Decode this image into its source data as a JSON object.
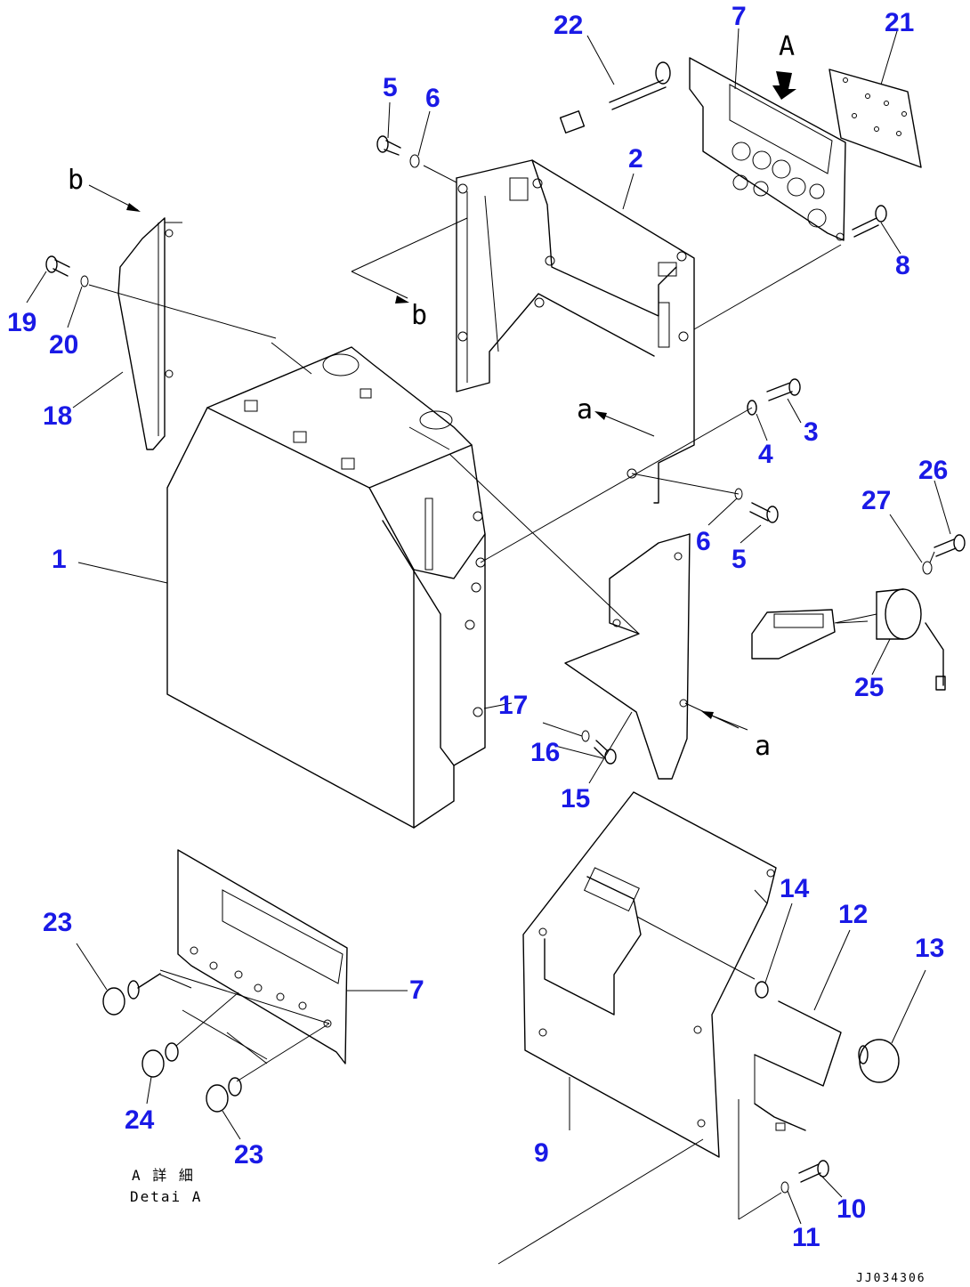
{
  "callouts": [
    {
      "num": "1"
    },
    {
      "num": "2"
    },
    {
      "num": "3"
    },
    {
      "num": "4"
    },
    {
      "num": "5"
    },
    {
      "num": "6"
    },
    {
      "num": "5"
    },
    {
      "num": "6"
    },
    {
      "num": "7"
    },
    {
      "num": "8"
    },
    {
      "num": "9"
    },
    {
      "num": "10"
    },
    {
      "num": "11"
    },
    {
      "num": "12"
    },
    {
      "num": "13"
    },
    {
      "num": "14"
    },
    {
      "num": "15"
    },
    {
      "num": "16"
    },
    {
      "num": "17"
    },
    {
      "num": "18"
    },
    {
      "num": "19"
    },
    {
      "num": "20"
    },
    {
      "num": "21"
    },
    {
      "num": "22"
    },
    {
      "num": "23"
    },
    {
      "num": "24"
    },
    {
      "num": "23"
    },
    {
      "num": "25"
    },
    {
      "num": "26"
    },
    {
      "num": "27"
    },
    {
      "num": "7"
    }
  ],
  "view_letters": {
    "A": "A",
    "a_top": "a",
    "a_bottom": "a",
    "b_top": "b",
    "b_bottom": "b"
  },
  "detail_caption": {
    "japanese": "A 詳 細",
    "english": "Detai A"
  },
  "drawing_code": "JJ034306",
  "colors": {
    "callout": "#1a1ae6",
    "line": "#000000",
    "background": "#ffffff"
  }
}
